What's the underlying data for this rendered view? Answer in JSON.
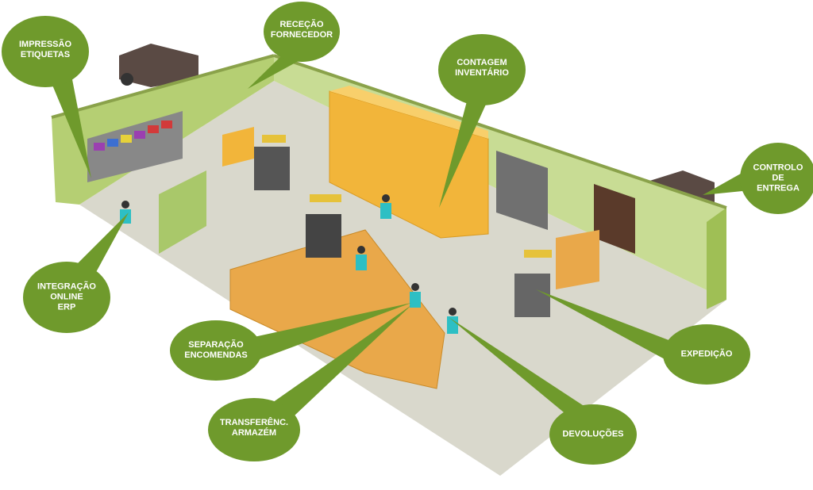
{
  "colors": {
    "bubble": "#6f9a2c",
    "floor": "#d9d8cc",
    "wall": "#b5cf73",
    "box": "#f2b53a"
  },
  "callouts": [
    {
      "id": "impressao",
      "label": "IMPRESSÃO\nETIQUETAS"
    },
    {
      "id": "rececao",
      "label": "RECEÇÃO\nFORNECEDOR"
    },
    {
      "id": "contagem",
      "label": "CONTAGEM\nINVENTÁRIO"
    },
    {
      "id": "controlo",
      "label": "CONTROLO\nDE\nENTREGA"
    },
    {
      "id": "integracao",
      "label": "INTEGRAÇÃO\nONLINE\nERP"
    },
    {
      "id": "separacao",
      "label": "SEPARAÇÃO\nENCOMENDAS"
    },
    {
      "id": "transferencia",
      "label": "TRANSFERÊNC.\nARMAZÉM"
    },
    {
      "id": "devolucoes",
      "label": "DEVOLUÇÕES"
    },
    {
      "id": "expedicao",
      "label": "EXPEDIÇÃO"
    }
  ]
}
